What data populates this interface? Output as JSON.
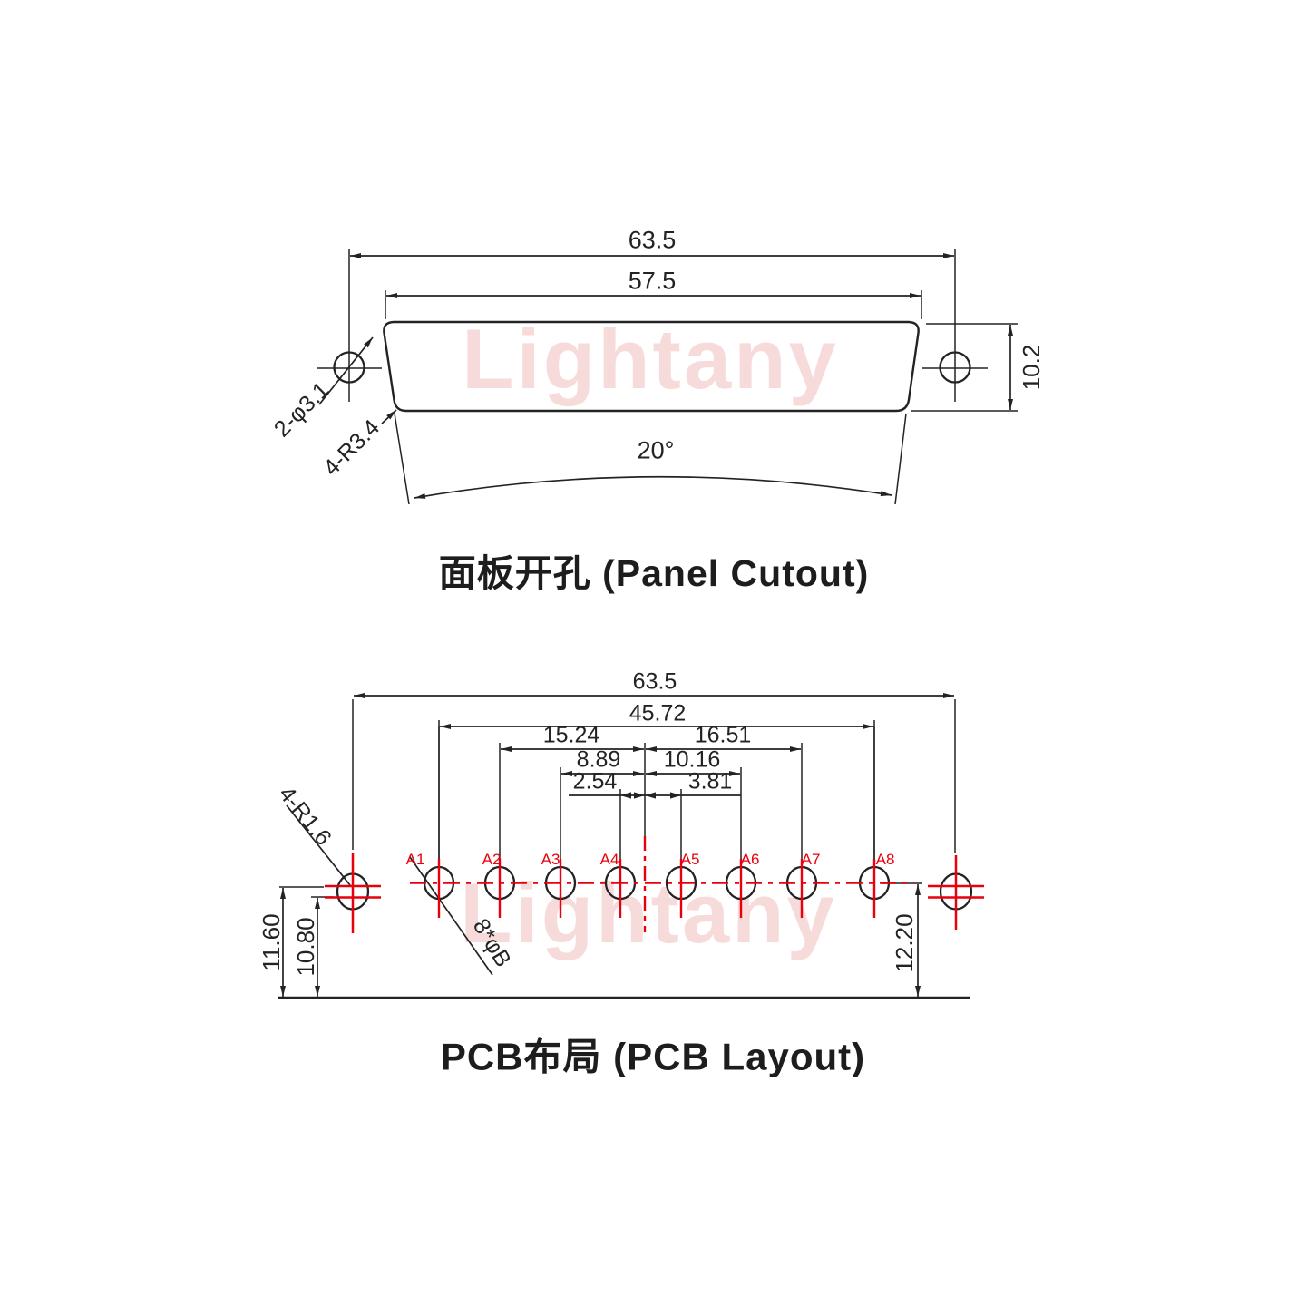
{
  "colors": {
    "line": "#232323",
    "red": "#e8000d",
    "watermark": "#f7dbdb"
  },
  "watermark": {
    "text": "Lightany"
  },
  "panel_cutout": {
    "title": "面板开孔 (Panel Cutout)",
    "dim_outer": "63.5",
    "dim_inner": "57.5",
    "dim_height": "10.2",
    "dim_angle": "20°",
    "label_holes": "2-φ3.1",
    "label_corner_radius": "4-R3.4"
  },
  "pcb_layout": {
    "title": "PCB布局 (PCB Layout)",
    "dim_outer": "63.5",
    "dim_row_span": "45.72",
    "dim_a2_to_center": "15.24",
    "dim_center_to_a7": "16.51",
    "dim_a3_to_center": "8.89",
    "dim_center_to_a6": "10.16",
    "dim_a4_to_center": "2.54",
    "dim_center_to_a5": "3.81",
    "dim_left_outer": "11.60",
    "dim_left_inner": "10.80",
    "dim_right": "12.20",
    "label_corner_radius": "4-R1.6",
    "label_pin_diameter": "8*φB",
    "pins": [
      {
        "label": "A1"
      },
      {
        "label": "A2"
      },
      {
        "label": "A3"
      },
      {
        "label": "A4"
      },
      {
        "label": "A5"
      },
      {
        "label": "A6"
      },
      {
        "label": "A7"
      },
      {
        "label": "A8"
      }
    ]
  }
}
